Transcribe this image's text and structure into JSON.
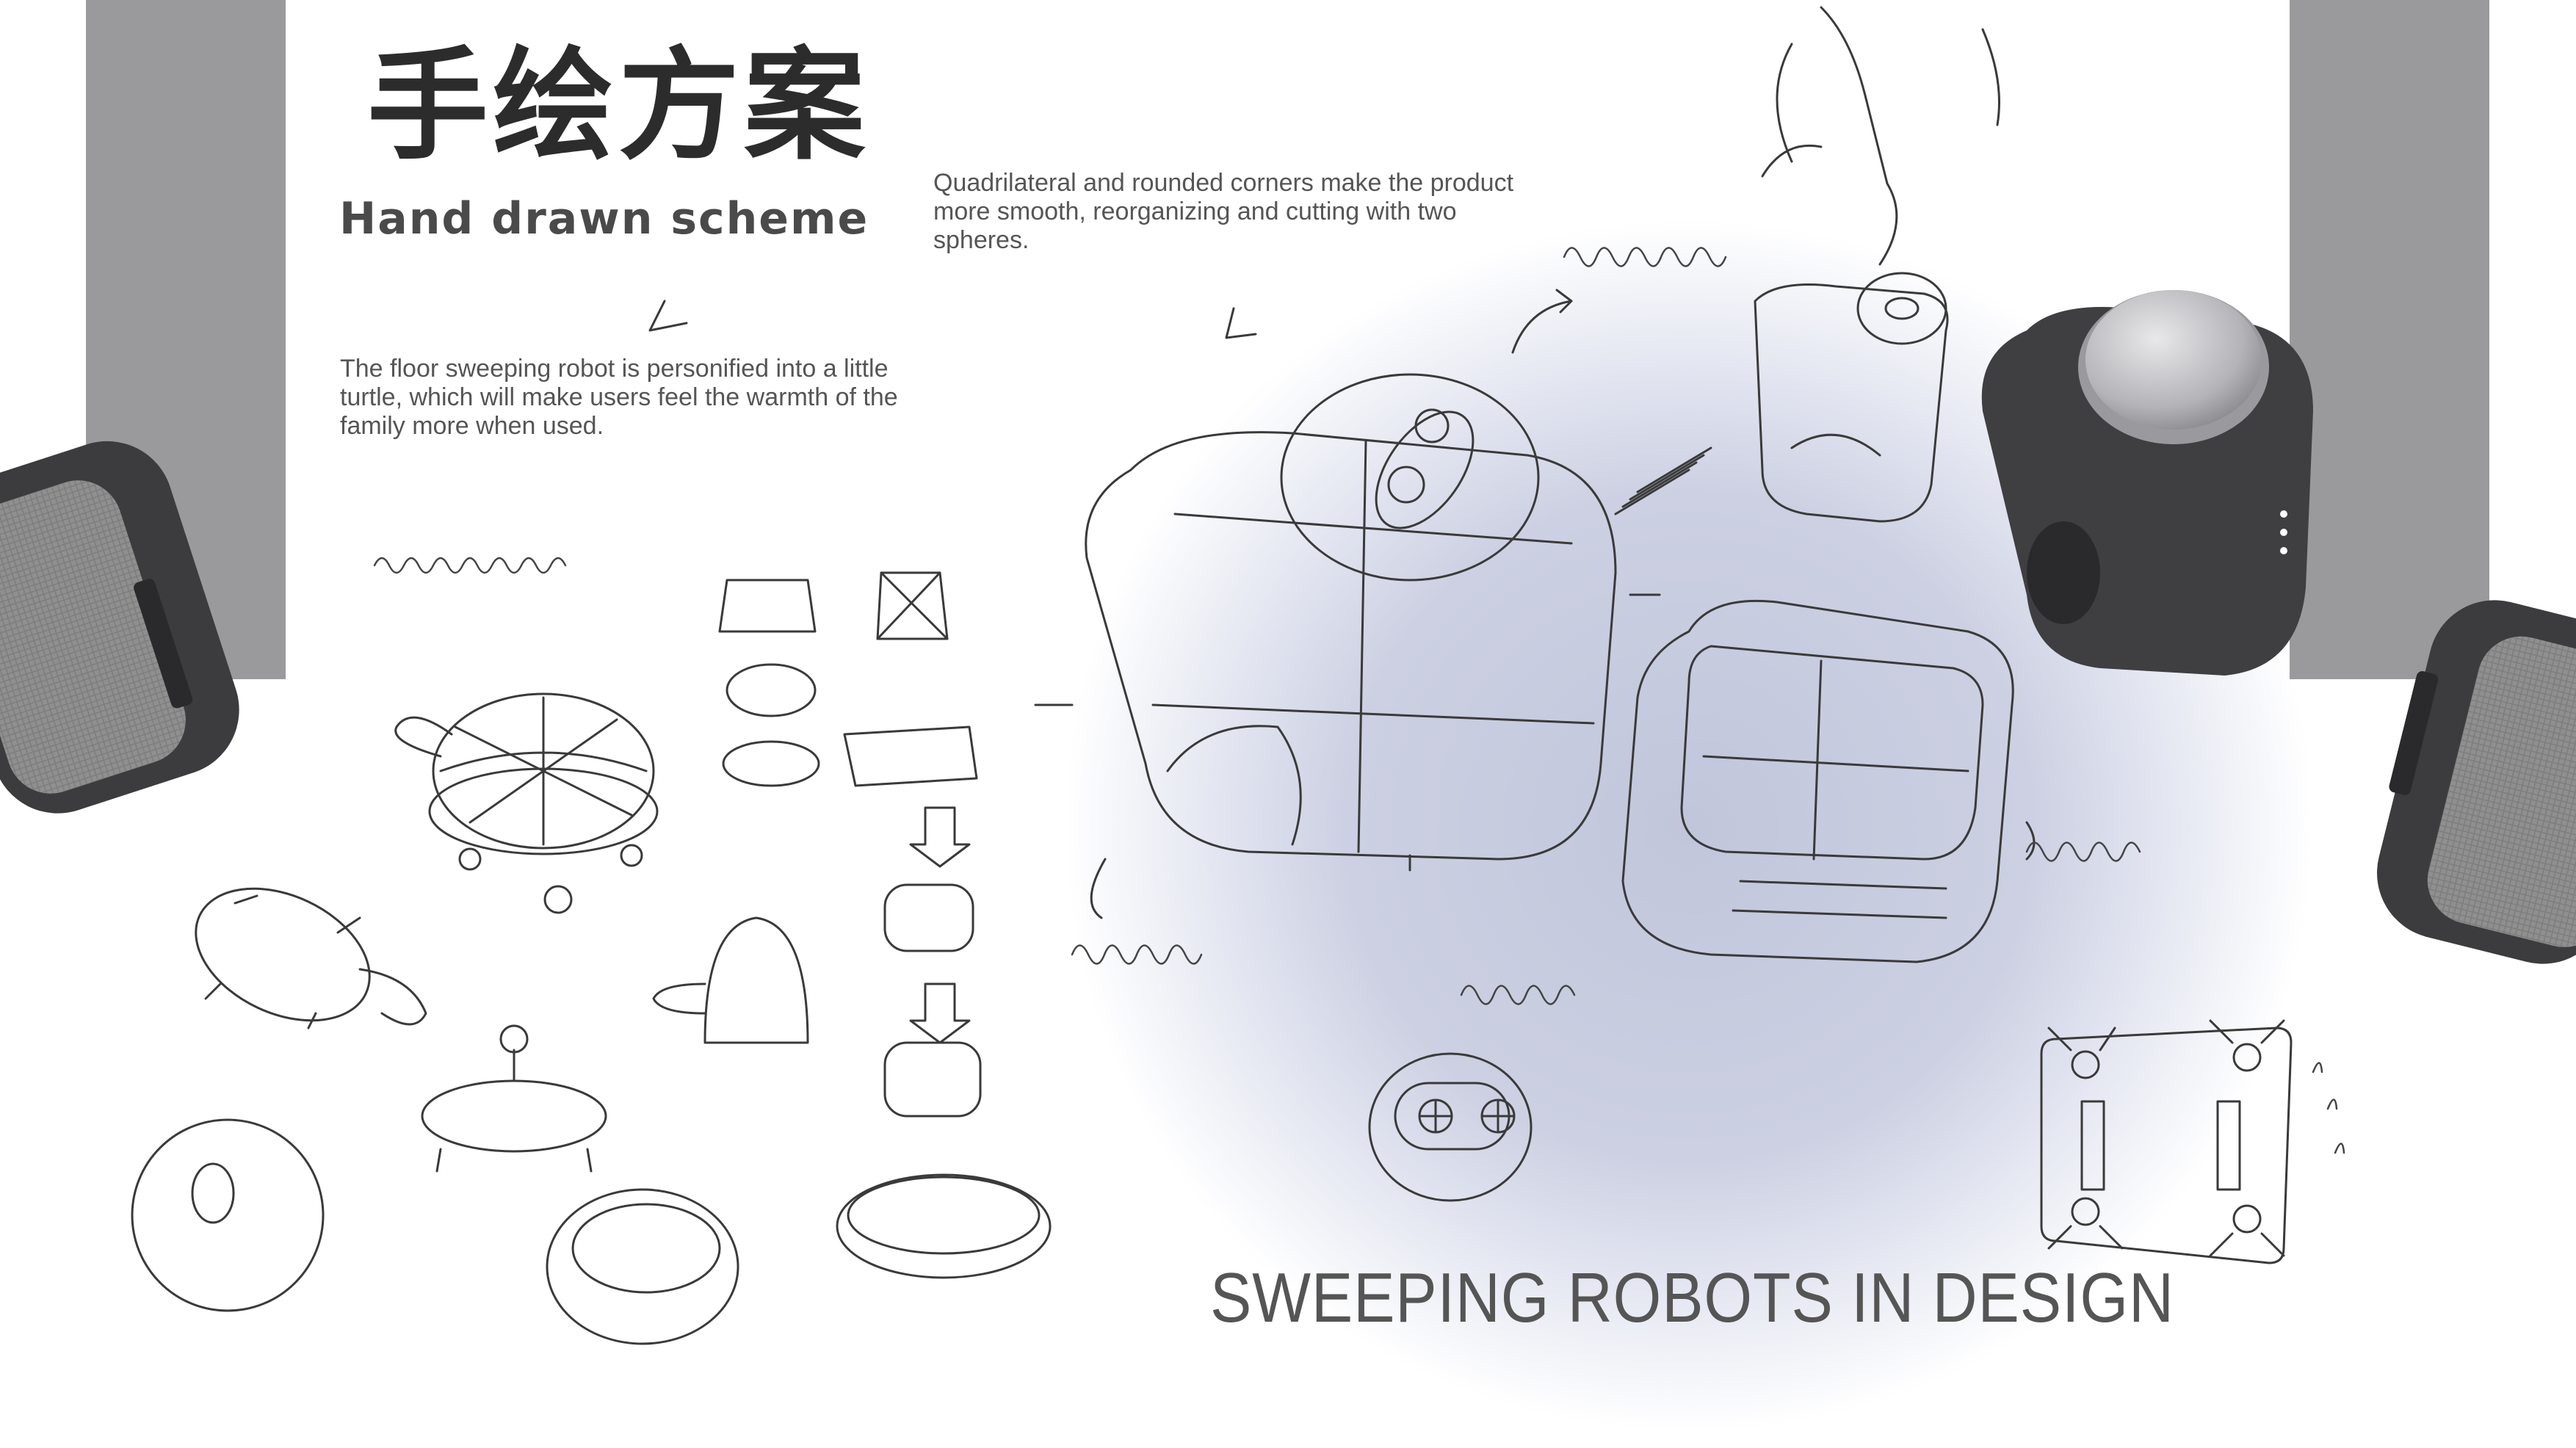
{
  "header": {
    "title_cn": "手绘方案",
    "title_en": "Hand drawn scheme"
  },
  "descriptions": {
    "left": "The floor sweeping robot is personified into a little turtle, which will make users feel the warmth of the family more when used.",
    "right": "Quadrilateral and rounded corners make the product more smooth, reorganizing and cutting with two spheres."
  },
  "footer": {
    "title": "SWEEPING ROBOTS IN DESIGN"
  },
  "colors": {
    "grey_bar": "#9a9a9c",
    "glow": "#c2c6db",
    "sketch_ink": "#3a3a3a",
    "product_dark": "#3c3c3e",
    "fabric": "#8d8d8d"
  }
}
